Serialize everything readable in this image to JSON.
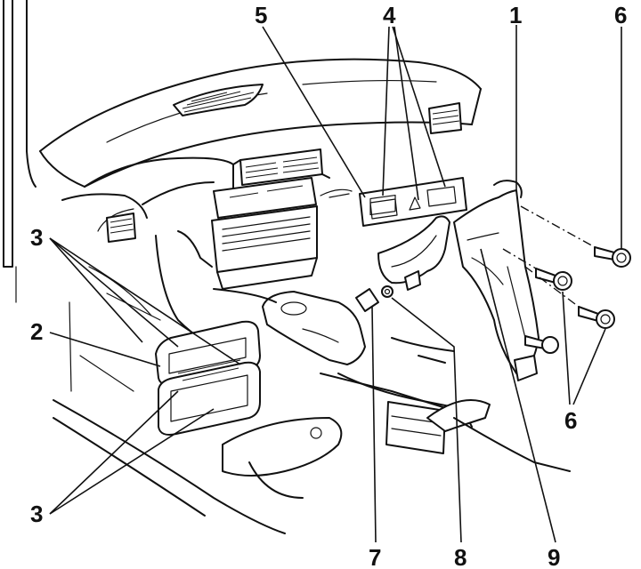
{
  "callouts": {
    "c1": "1",
    "c2": "2",
    "c3a": "3",
    "c3b": "3",
    "c4": "4",
    "c5": "5",
    "c6a": "6",
    "c6b": "6",
    "c7": "7",
    "c8": "8",
    "c9": "9"
  }
}
